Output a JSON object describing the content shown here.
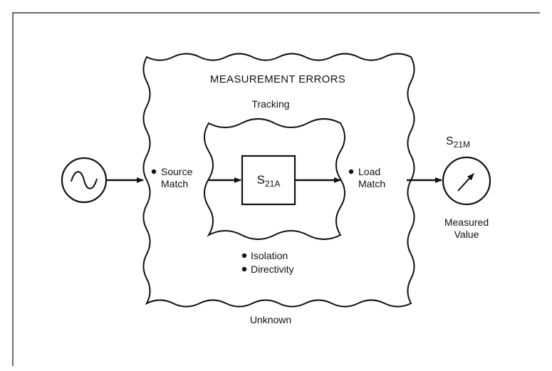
{
  "title": "MEASUREMENT ERRORS",
  "labels": {
    "tracking": "Tracking",
    "source_match": [
      "Source",
      "Match"
    ],
    "load_match": [
      "Load",
      "Match"
    ],
    "isolation": "Isolation",
    "directivity": "Directivity",
    "unknown": "Unknown",
    "measured_value": [
      "Measured",
      "Value"
    ]
  },
  "s21a": {
    "base": "S",
    "sub": "21A"
  },
  "s21m": {
    "base": "S",
    "sub": "21M"
  },
  "icons": {
    "source": "ac-source-icon",
    "meter": "meter-icon"
  },
  "colors": {
    "ink": "#111111",
    "background": "#ffffff"
  }
}
